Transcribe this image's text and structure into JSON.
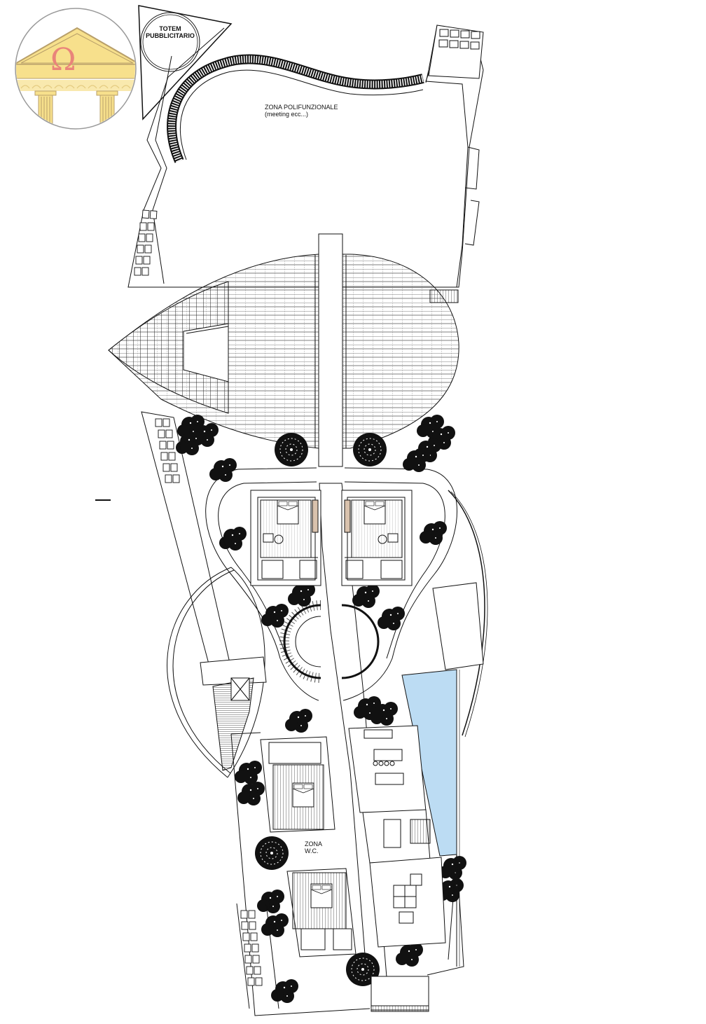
{
  "drawing": {
    "type": "architectural site plan",
    "background": "#ffffff",
    "line_color": "#111111",
    "pool_color": "#bcdcf3",
    "wood_color": "#d9c2ad"
  },
  "logo": {
    "symbol": "Ω",
    "description": "Greek temple pediment with omega symbol",
    "pediment_color": "#f7e08c",
    "symbol_color": "#e9847a",
    "border_color": "#9a9a9a"
  },
  "labels": {
    "totem": {
      "line1": "TOTEM",
      "line2": "PUBBLICITARIO"
    },
    "zona_polifunzionale": {
      "line1": "ZONA POLIFUNZIONALE",
      "line2": "(meeting ecc...)"
    },
    "zona_wc": {
      "line1": "ZONA",
      "line2": "W.C."
    }
  },
  "zones": [
    {
      "id": "logo",
      "name": "Omega temple logo"
    },
    {
      "id": "totem",
      "name": "Totem pubblicitario"
    },
    {
      "id": "polifunzionale",
      "name": "Zona polifunzionale (meeting ecc...)"
    },
    {
      "id": "curved-walkway",
      "name": "Curved covered walkway"
    },
    {
      "id": "terrace",
      "name": "Elliptical gridded terrace"
    },
    {
      "id": "central-path",
      "name": "Central axial walkway"
    },
    {
      "id": "twin-suites",
      "name": "Twin bedroom suites"
    },
    {
      "id": "spiral-stair",
      "name": "Circular stair"
    },
    {
      "id": "leaf-stair",
      "name": "Leaf-shaped staircase pavilion"
    },
    {
      "id": "pool",
      "name": "Pool"
    },
    {
      "id": "kitchen-living",
      "name": "Kitchen / dining block"
    },
    {
      "id": "lower-bedrooms",
      "name": "Lower bedroom units"
    },
    {
      "id": "zona-wc",
      "name": "Zona W.C."
    },
    {
      "id": "parking",
      "name": "Parking bays"
    }
  ]
}
